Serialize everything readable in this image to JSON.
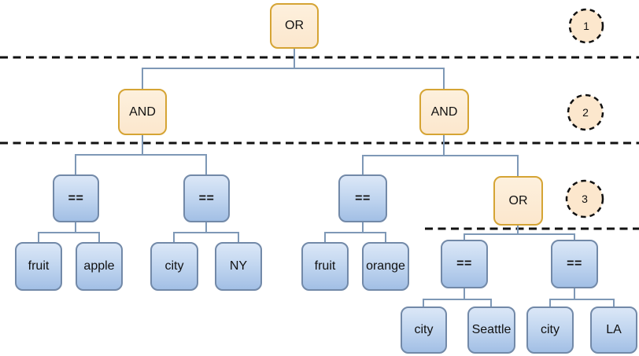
{
  "diagram": {
    "kind": "expression-tree",
    "colors": {
      "logic_fill": "#fce7cd",
      "logic_border": "#d5a434",
      "operand_fill_top": "#dbe7f7",
      "operand_fill_bottom": "#a2bfe5",
      "operand_border": "#7289a8",
      "connector": "#7e98b6",
      "divider": "#111111",
      "level_circle_fill": "#fce7cd"
    }
  },
  "levels": [
    {
      "label": "1"
    },
    {
      "label": "2"
    },
    {
      "label": "3"
    }
  ],
  "nodes": [
    {
      "id": "or-root",
      "label": "OR",
      "kind": "logic"
    },
    {
      "id": "and-left",
      "label": "AND",
      "kind": "logic"
    },
    {
      "id": "and-right",
      "label": "AND",
      "kind": "logic"
    },
    {
      "id": "eq-1",
      "label": "==",
      "kind": "op"
    },
    {
      "id": "eq-2",
      "label": "==",
      "kind": "op"
    },
    {
      "id": "eq-3",
      "label": "==",
      "kind": "op"
    },
    {
      "id": "or-nested",
      "label": "OR",
      "kind": "logic"
    },
    {
      "id": "leaf-fruit-1",
      "label": "fruit",
      "kind": "leaf"
    },
    {
      "id": "leaf-apple",
      "label": "apple",
      "kind": "leaf"
    },
    {
      "id": "leaf-city-1",
      "label": "city",
      "kind": "leaf"
    },
    {
      "id": "leaf-ny",
      "label": "NY",
      "kind": "leaf"
    },
    {
      "id": "leaf-fruit-2",
      "label": "fruit",
      "kind": "leaf"
    },
    {
      "id": "leaf-orange",
      "label": "orange",
      "kind": "leaf"
    },
    {
      "id": "eq-4",
      "label": "==",
      "kind": "op"
    },
    {
      "id": "eq-5",
      "label": "==",
      "kind": "op"
    },
    {
      "id": "leaf-city-2",
      "label": "city",
      "kind": "leaf"
    },
    {
      "id": "leaf-seattle",
      "label": "Seattle",
      "kind": "leaf"
    },
    {
      "id": "leaf-city-3",
      "label": "city",
      "kind": "leaf"
    },
    {
      "id": "leaf-la",
      "label": "LA",
      "kind": "leaf"
    }
  ]
}
